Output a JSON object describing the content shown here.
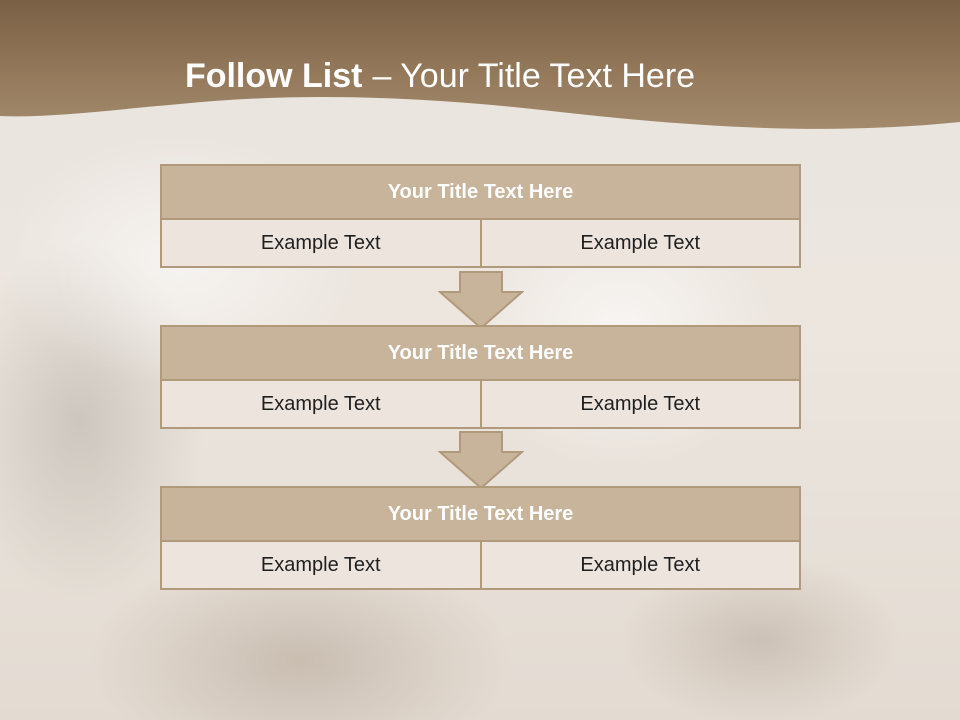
{
  "header": {
    "title_bold": "Follow List",
    "title_rest": "– Your Title Text Here",
    "band_color": "#8b7054"
  },
  "blocks": [
    {
      "title": "Your Title Text Here",
      "left": "Example Text",
      "right": "Example Text"
    },
    {
      "title": "Your Title Text Here",
      "left": "Example Text",
      "right": "Example Text"
    },
    {
      "title": "Your Title Text Here",
      "left": "Example Text",
      "right": "Example Text"
    }
  ],
  "colors": {
    "block_title_bg": "#c8b39b",
    "block_cell_bg": "#ede4dd",
    "border": "#b19a7c",
    "arrow_fill": "#c8b39b"
  },
  "icons": {
    "connector": "down-arrow-icon"
  }
}
